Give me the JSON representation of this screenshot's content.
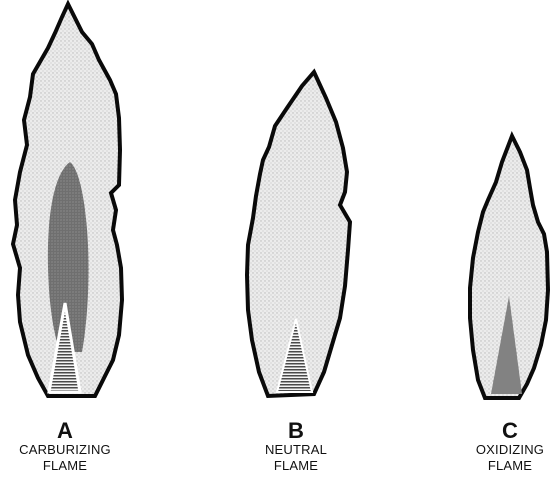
{
  "flames": [
    {
      "letter": "A",
      "line1": "CARBURIZING",
      "line2": "FLAME"
    },
    {
      "letter": "B",
      "line1": "NEUTRAL",
      "line2": "FLAME"
    },
    {
      "letter": "C",
      "line1": "OXIDIZING",
      "line2": "FLAME"
    }
  ],
  "colors": {
    "outline": "#0a0a0a",
    "envelope": "#e2e2e2",
    "feather": "#7d7d7d",
    "cone": "#8a8a8a"
  }
}
